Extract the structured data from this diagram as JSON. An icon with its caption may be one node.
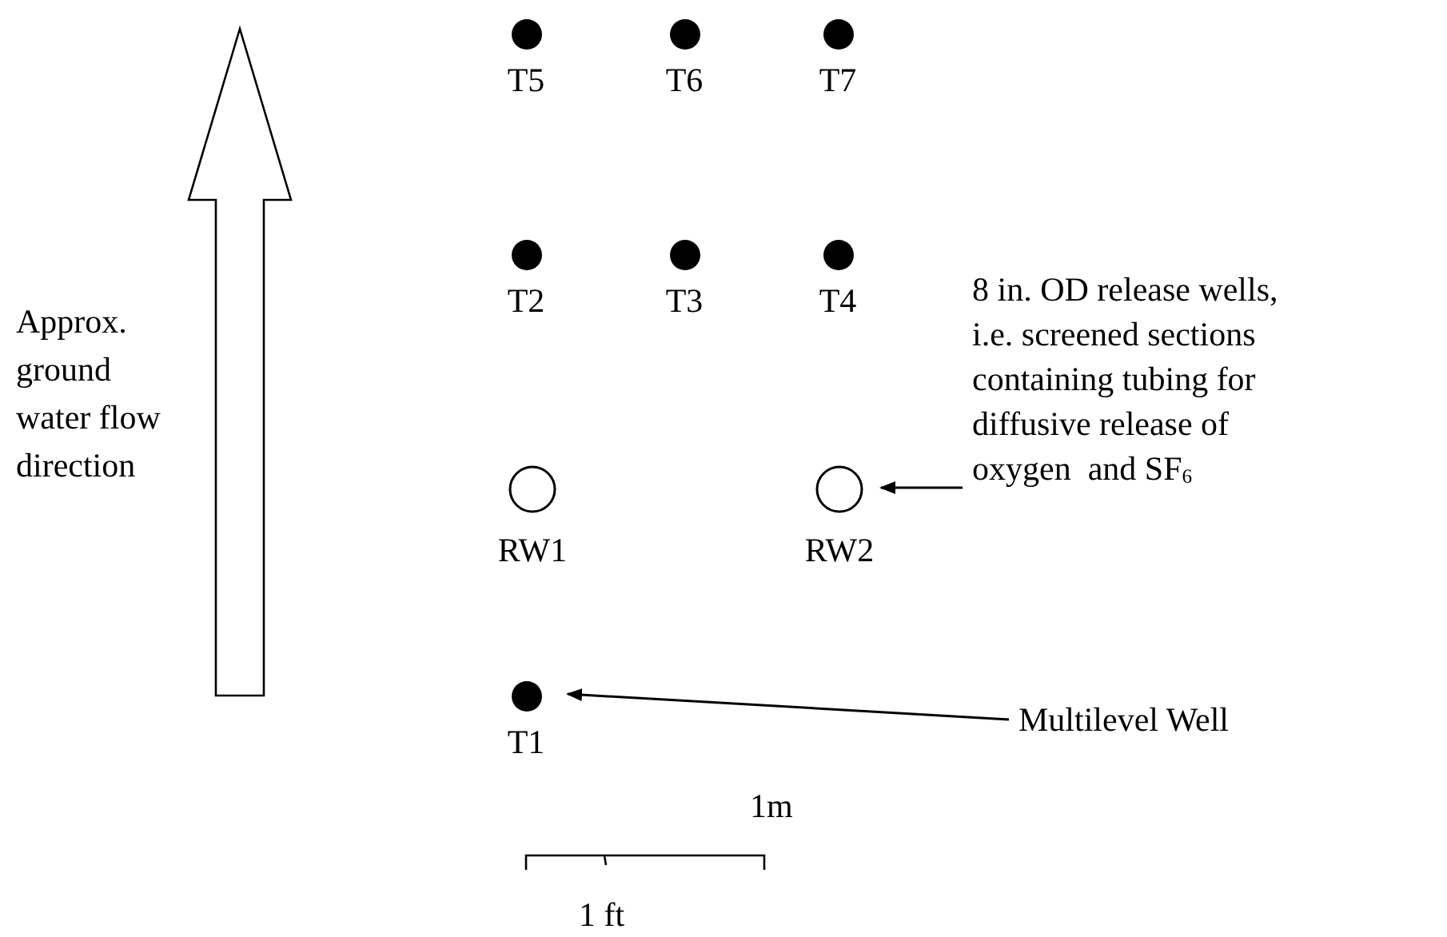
{
  "diagram": {
    "nodes": [
      {
        "text": [
          "T5"
        ]
      },
      {
        "text": [
          "T6"
        ]
      },
      {
        "text": [
          "T7"
        ]
      },
      {
        "text": [
          "T2"
        ]
      },
      {
        "text": [
          "T3"
        ]
      },
      {
        "text": [
          "T4"
        ]
      },
      {
        "text": [
          "RW1"
        ]
      },
      {
        "text": [
          "RW2"
        ]
      },
      {
        "text": [
          "T1"
        ]
      },
      {
        "text": [
          "8 in. OD release wells, i.e. screened sections containing tubing for diffusive release of oxygen  and SF$_{6}$"
        ]
      },
      {
        "text": [
          "Multilevel Well"
        ]
      }
    ],
    "edges": [
      {
        "from": 9,
        "to": 7,
        "arrow": "to"
      },
      {
        "from": 10,
        "to": 8,
        "arrow": "to"
      }
    ],
    "labels": [
      "Approx. ground water flow direction",
      "1m",
      "1 ft"
    ]
  }
}
